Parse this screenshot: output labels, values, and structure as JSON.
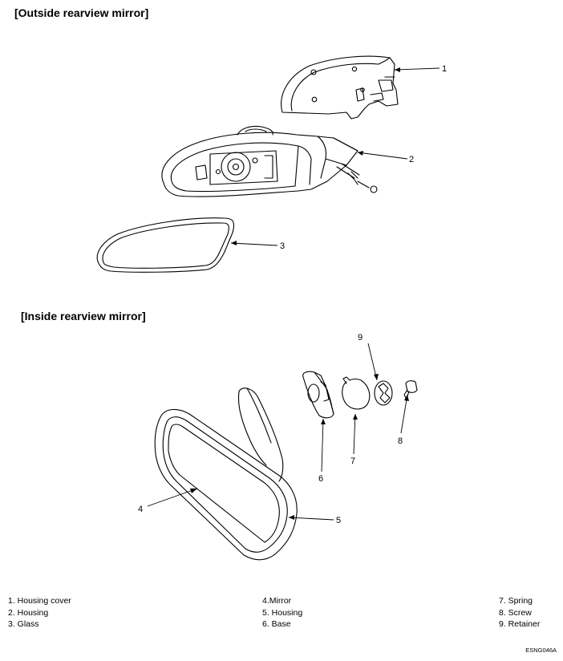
{
  "sections": {
    "outside_title": "[Outside rearview mirror]",
    "inside_title": "[Inside rearview mirror]"
  },
  "callouts": [
    "1",
    "2",
    "3",
    "4",
    "5",
    "6",
    "7",
    "8",
    "9"
  ],
  "legend": {
    "col1": [
      "1. Housing cover",
      "2. Housing",
      "3. Glass"
    ],
    "col2": [
      "4.Mirror",
      "5. Housing",
      "6. Base"
    ],
    "col3": [
      "7. Spring",
      "8. Screw",
      "9. Retainer"
    ]
  },
  "figure_code": "ESNG046A"
}
